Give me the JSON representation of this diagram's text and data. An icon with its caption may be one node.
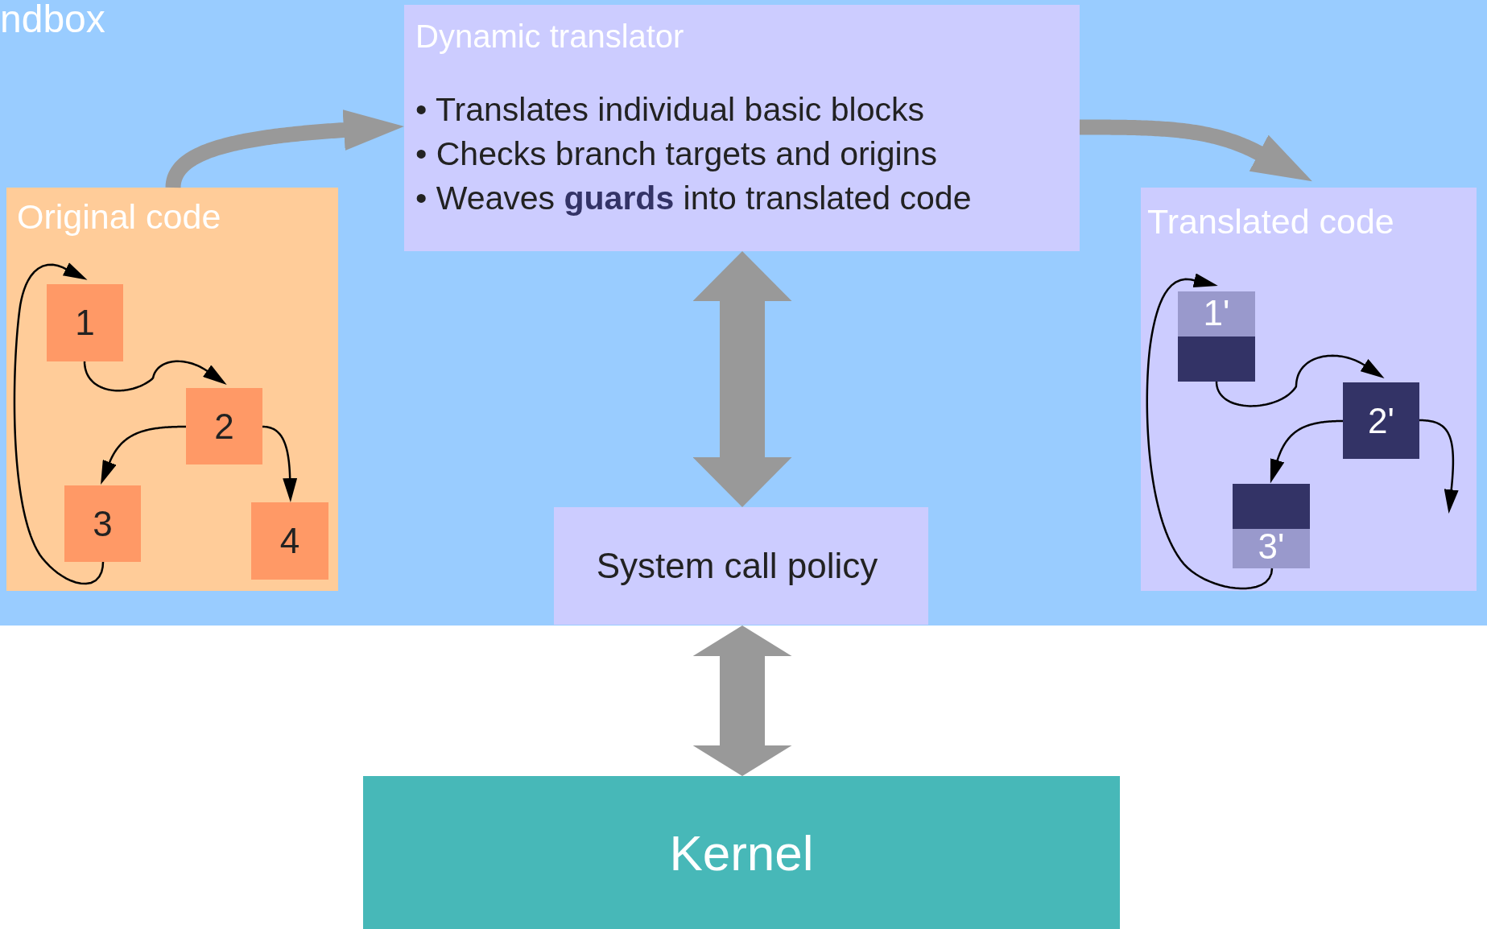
{
  "diagram": {
    "nodes": [
      {
        "text": [
          "ndbox"
        ]
      },
      {
        "text": [
          "Dynamic translator",
          "• Translates individual basic blocks",
          "• Checks branch targets and origins",
          "• Weaves **guards** into translated code"
        ],
        "in": 0
      },
      {
        "text": [
          "Original code"
        ],
        "in": 0
      },
      {
        "text": [
          "1"
        ],
        "in": 2
      },
      {
        "text": [
          "2"
        ],
        "in": 2
      },
      {
        "text": [
          "3"
        ],
        "in": 2
      },
      {
        "text": [
          "4"
        ],
        "in": 2
      },
      {
        "text": [
          "Translated code"
        ],
        "in": 0
      },
      {
        "text": [
          "1'"
        ],
        "in": 7
      },
      {
        "text": [
          "2'"
        ],
        "in": 7
      },
      {
        "text": [
          "3'"
        ],
        "in": 7
      },
      {
        "text": [
          "System call policy"
        ],
        "in": 0
      },
      {
        "text": [
          "Kernel"
        ]
      }
    ],
    "edges": [
      {
        "from": 2,
        "to": 1,
        "arrow": "to",
        "style": "thick",
        "color": "#999999"
      },
      {
        "from": 1,
        "to": 7,
        "arrow": "to",
        "style": "thick",
        "color": "#999999"
      },
      {
        "from": 1,
        "to": 11,
        "arrow": "both",
        "style": "thick",
        "color": "#999999"
      },
      {
        "from": 11,
        "to": 12,
        "arrow": "both",
        "style": "thick",
        "color": "#999999"
      },
      {
        "from": 3,
        "to": 4,
        "arrow": "to"
      },
      {
        "from": 4,
        "to": 5,
        "arrow": "to"
      },
      {
        "from": 4,
        "to": 6,
        "arrow": "to"
      },
      {
        "from": 5,
        "to": 3,
        "arrow": "to"
      },
      {
        "from": 8,
        "to": 9,
        "arrow": "to"
      },
      {
        "from": 9,
        "to": 10,
        "arrow": "to"
      },
      {
        "from": 9,
        "to": null,
        "arrow": "to"
      },
      {
        "from": 10,
        "to": 8,
        "arrow": "to"
      }
    ]
  }
}
